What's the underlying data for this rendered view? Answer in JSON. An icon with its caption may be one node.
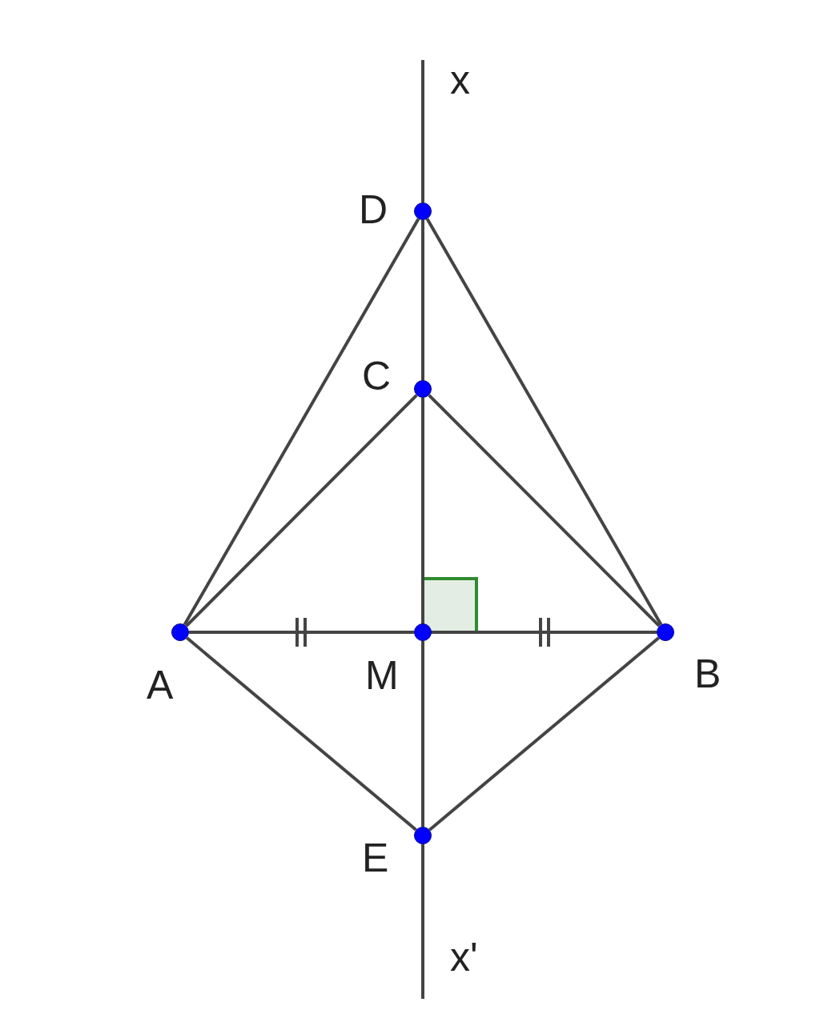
{
  "diagram": {
    "nodes": [
      {
        "text": [
          "D"
        ]
      },
      {
        "text": [
          "C"
        ]
      },
      {
        "text": [
          "A"
        ]
      },
      {
        "text": [
          "M"
        ]
      },
      {
        "text": [
          "B"
        ]
      },
      {
        "text": [
          "E"
        ]
      }
    ],
    "edges": [
      {
        "from": null,
        "to": 0,
        "arrow": "none"
      },
      {
        "from": 0,
        "to": 1,
        "arrow": "none"
      },
      {
        "from": 1,
        "to": 3,
        "arrow": "none"
      },
      {
        "from": 3,
        "to": 5,
        "arrow": "none"
      },
      {
        "from": 5,
        "to": null,
        "arrow": "none"
      },
      {
        "from": 0,
        "to": 2,
        "arrow": "none"
      },
      {
        "from": 0,
        "to": 4,
        "arrow": "none"
      },
      {
        "from": 1,
        "to": 2,
        "arrow": "none"
      },
      {
        "from": 1,
        "to": 4,
        "arrow": "none"
      },
      {
        "from": 2,
        "to": 3,
        "arrow": "none"
      },
      {
        "from": 3,
        "to": 4,
        "arrow": "none"
      },
      {
        "from": 2,
        "to": 5,
        "arrow": "none"
      },
      {
        "from": 4,
        "to": 5,
        "arrow": "none"
      }
    ],
    "labels": [
      "x",
      "x'"
    ]
  }
}
